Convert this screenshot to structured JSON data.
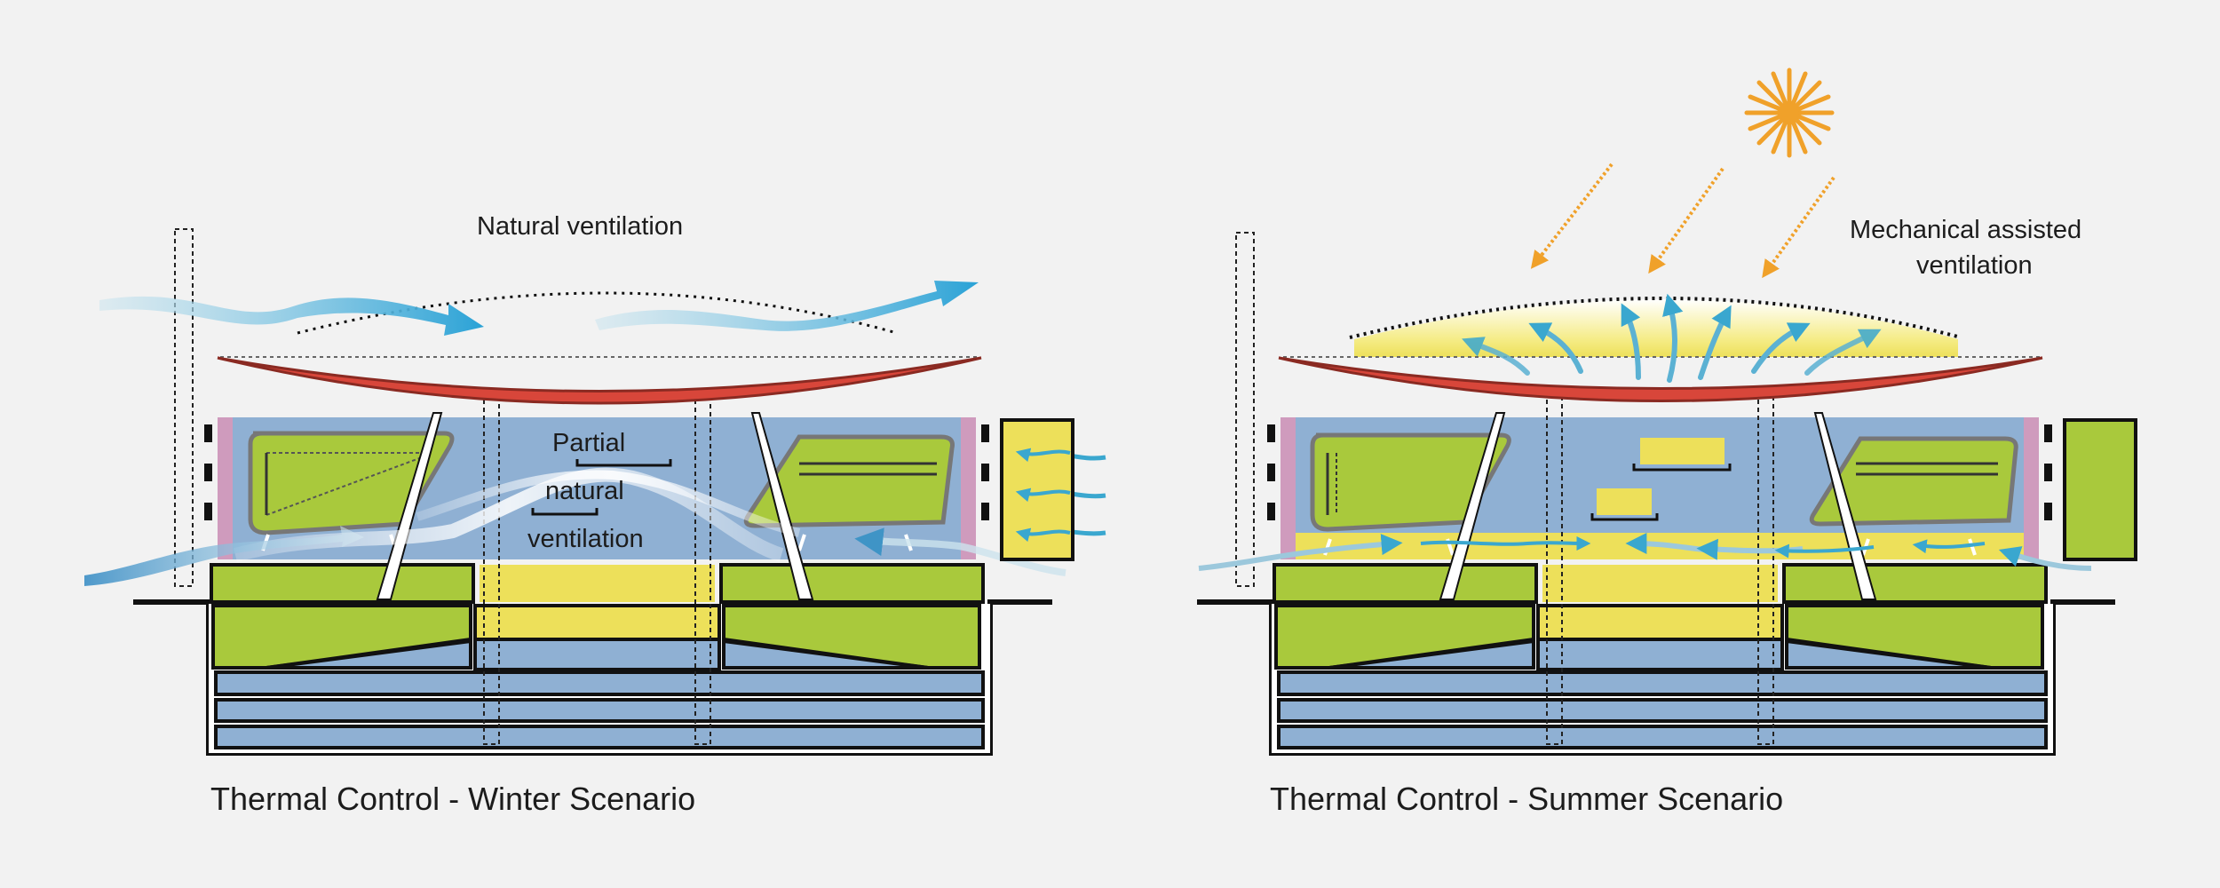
{
  "winter": {
    "top_label": "Natural ventilation",
    "partial_line1": "Partial",
    "partial_line2": "natural",
    "partial_line3": "ventilation",
    "caption": "Thermal Control - Winter Scenario"
  },
  "summer": {
    "top_label_line1": "Mechanical assisted",
    "top_label_line2": "ventilation",
    "caption": "Thermal Control - Summer Scenario"
  },
  "colors": {
    "roof": "#d8463a",
    "air_blue": "#8fb0d3",
    "green": "#a9c93c",
    "yellow": "#ede05a",
    "pink": "#cf9bbd",
    "arrow_cyan": "#3aa7cf",
    "sun_orange": "#f0a12a"
  }
}
